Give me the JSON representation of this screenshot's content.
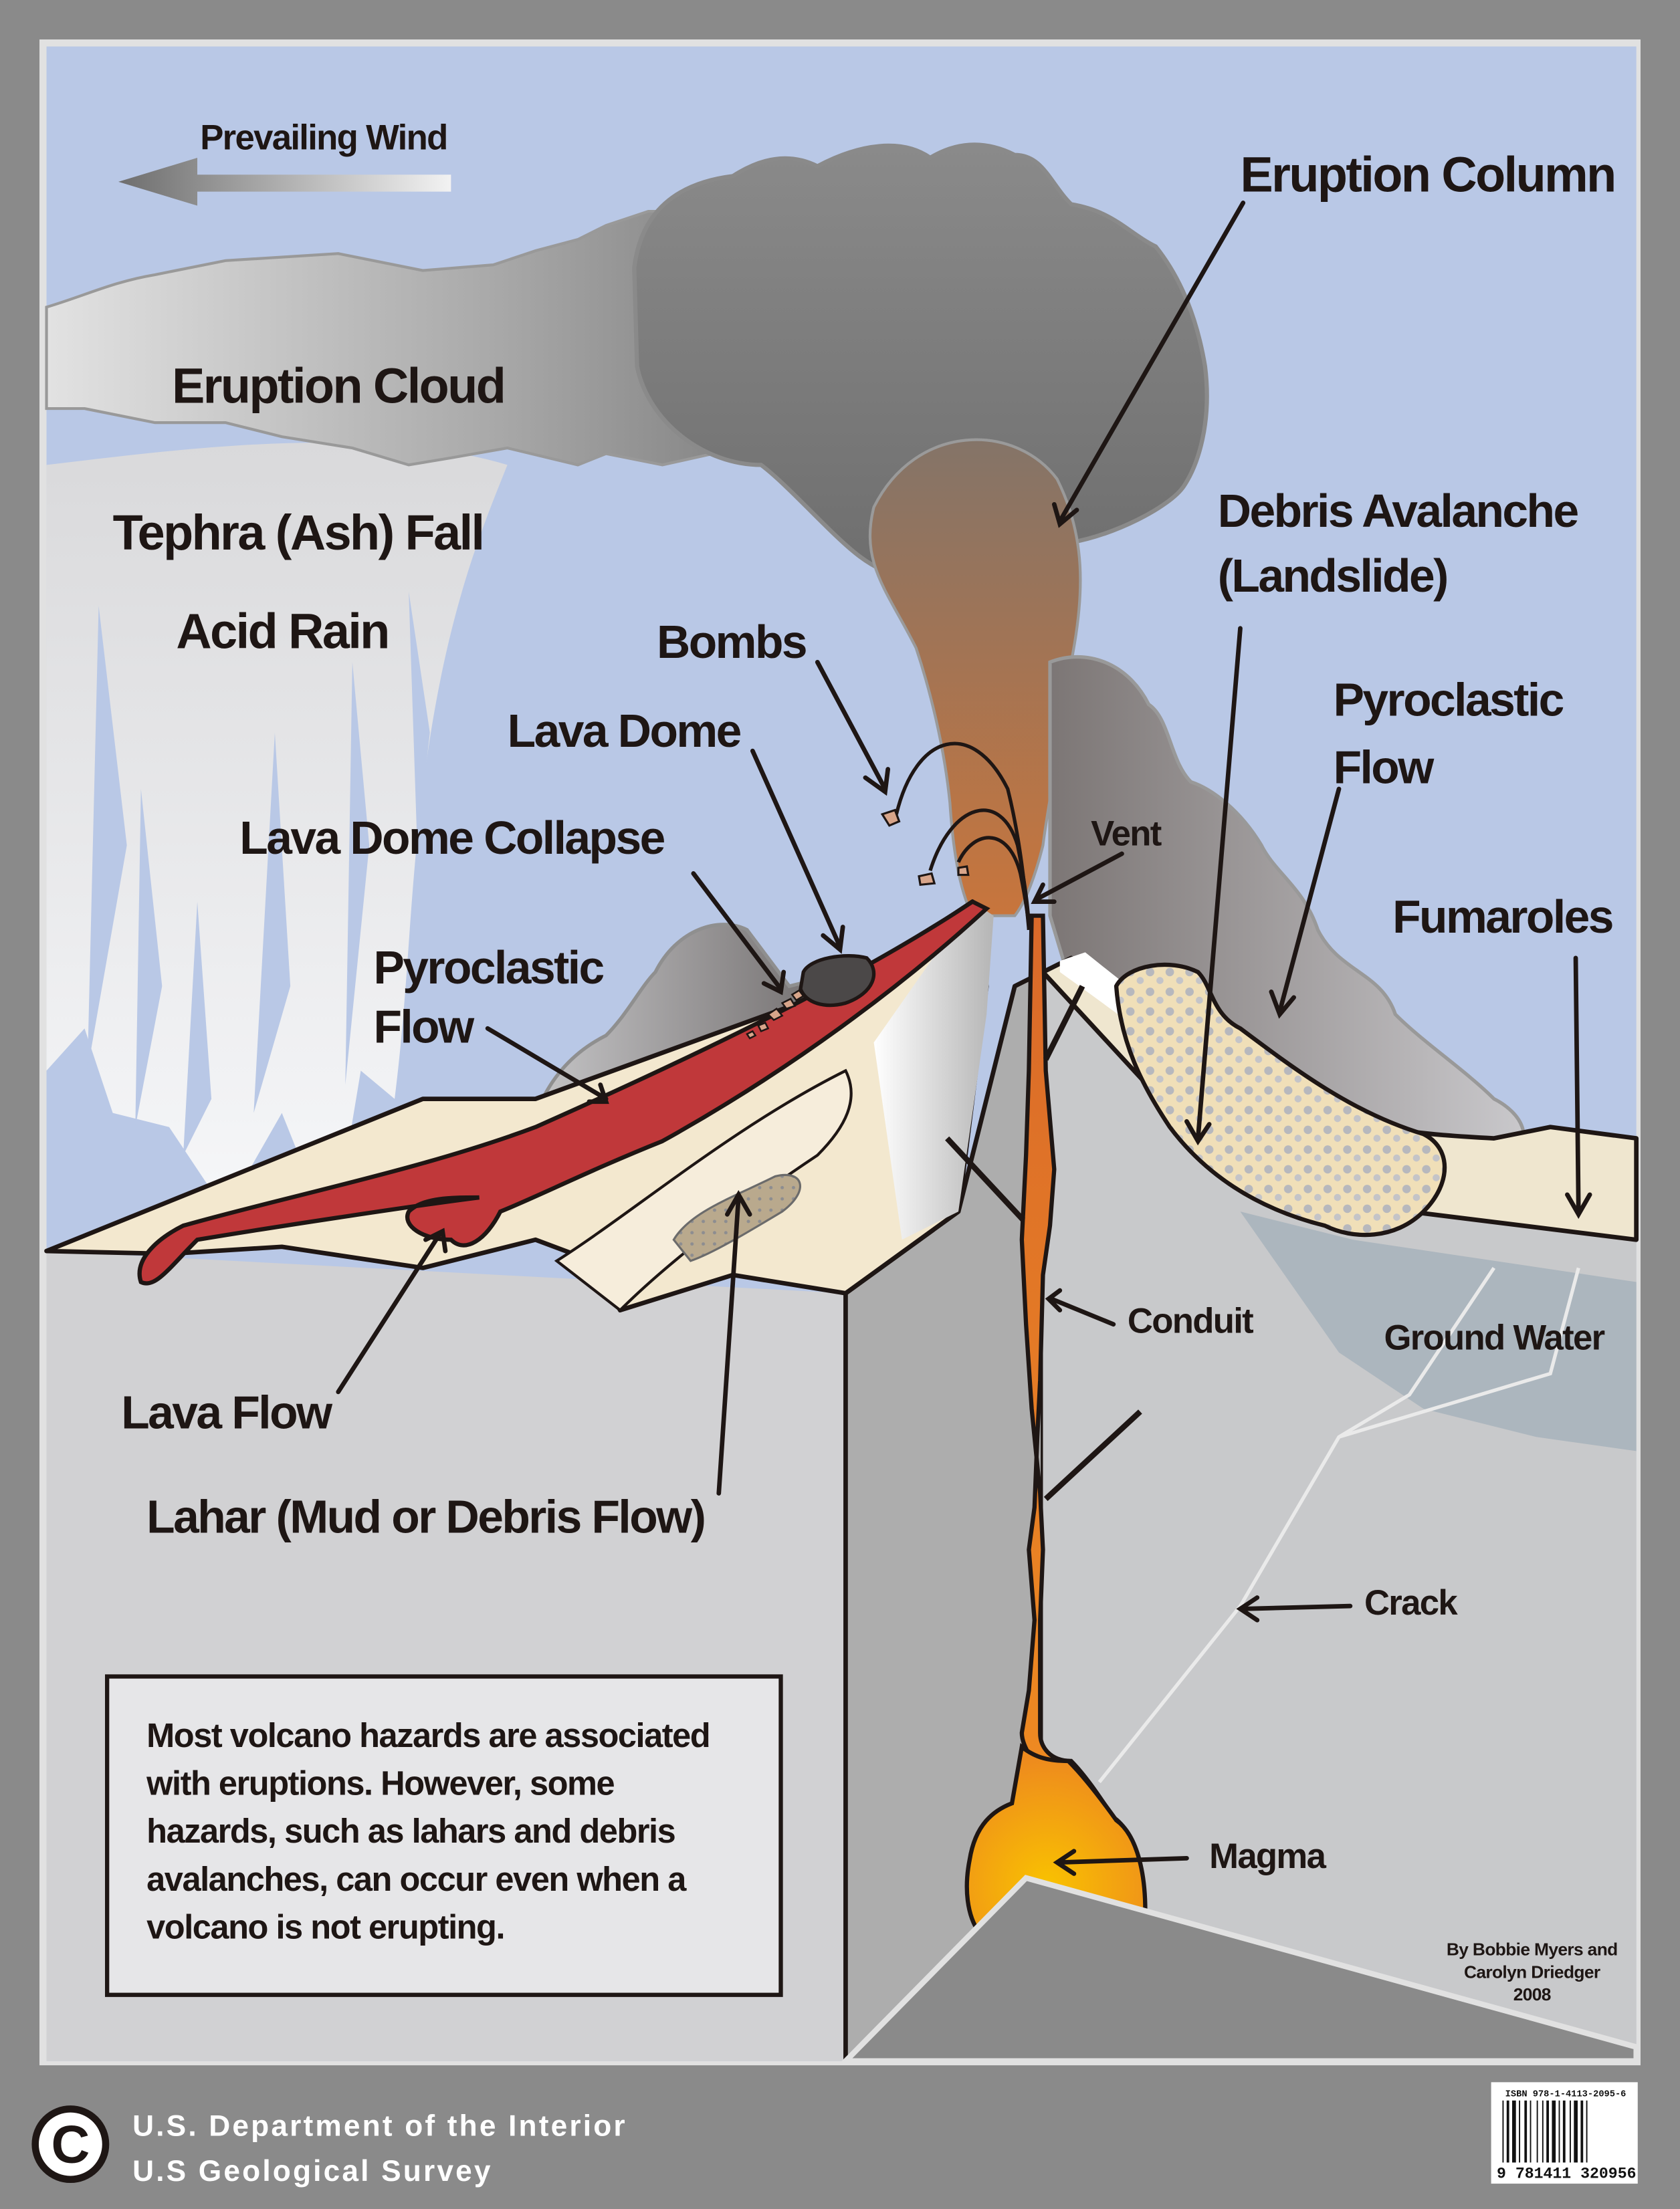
{
  "diagram": {
    "title": "Volcano Hazards",
    "wind": {
      "label": "Prevailing Wind",
      "direction": "left"
    },
    "labels": {
      "eruption_column": "Eruption Column",
      "eruption_cloud": "Eruption Cloud",
      "tephra_fall": "Tephra (Ash) Fall",
      "acid_rain": "Acid Rain",
      "bombs": "Bombs",
      "lava_dome": "Lava Dome",
      "lava_dome_collapse": "Lava Dome Collapse",
      "pyroclastic_flow_left_1": "Pyroclastic",
      "pyroclastic_flow_left_2": "Flow",
      "vent": "Vent",
      "debris_avalanche_1": "Debris Avalanche",
      "debris_avalanche_2": "(Landslide)",
      "pyroclastic_flow_right_1": "Pyroclastic",
      "pyroclastic_flow_right_2": "Flow",
      "fumaroles": "Fumaroles",
      "conduit": "Conduit",
      "ground_water": "Ground Water",
      "lava_flow": "Lava Flow",
      "lahar": "Lahar (Mud or Debris Flow)",
      "crack": "Crack",
      "magma": "Magma"
    },
    "note": {
      "lines": [
        "Most volcano hazards are associated",
        "with eruptions.  However, some",
        "hazards, such as lahars and debris",
        "avalanches, can occur even when a",
        "volcano is not erupting."
      ]
    },
    "credits": {
      "line1": "By Bobbie Myers and",
      "line2": "Carolyn Driedger",
      "year": "2008"
    }
  },
  "footer": {
    "copyright_symbol": "C",
    "agency_line1": "U.S. Department of the Interior",
    "agency_line2": "U.S Geological Survey",
    "isbn_label": "ISBN 978-1-4113-2095-6",
    "barcode_number": "9 781411 320956"
  },
  "colors": {
    "frame": "#8a8a8a",
    "sky": "#b9c8e6",
    "ground": "#d1d1d3",
    "ground_shadow": "#adadad",
    "ash": "#7a7a7a",
    "lava": "#c0383a",
    "magma": "#f5a818",
    "conduit": "#e07a2a",
    "slope": "#f3e8cf",
    "ground_water": "#a9b4bd"
  }
}
